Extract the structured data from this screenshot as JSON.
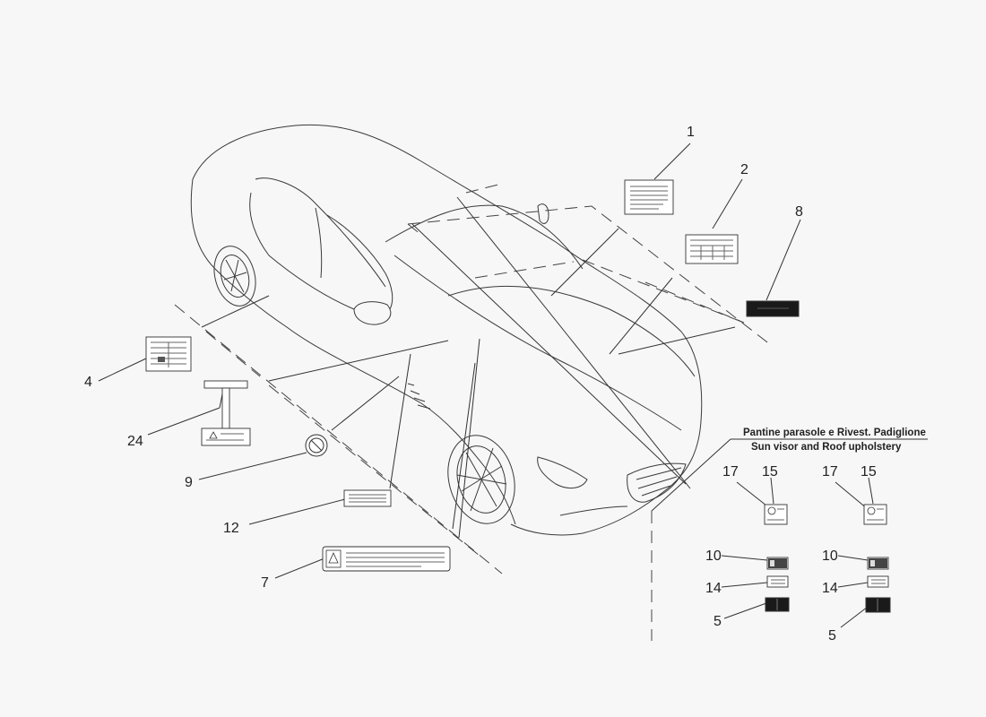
{
  "caption": {
    "line1": "Pantine parasole e Rivest. Padiglione",
    "line2": "Sun visor and Roof upholstery"
  },
  "callouts": {
    "c1": "1",
    "c2": "2",
    "c8": "8",
    "c4": "4",
    "c24": "24",
    "c9": "9",
    "c12": "12",
    "c7": "7",
    "left_17": "17",
    "left_15": "15",
    "left_10": "10",
    "left_14": "14",
    "left_5": "5",
    "right_17": "17",
    "right_15": "15",
    "right_10": "10",
    "right_14": "14",
    "right_5": "5"
  },
  "colors": {
    "background": "#f7f7f7",
    "line": "#333333",
    "label_fill": "#ffffff",
    "dark_label": "#1a1a1a"
  }
}
